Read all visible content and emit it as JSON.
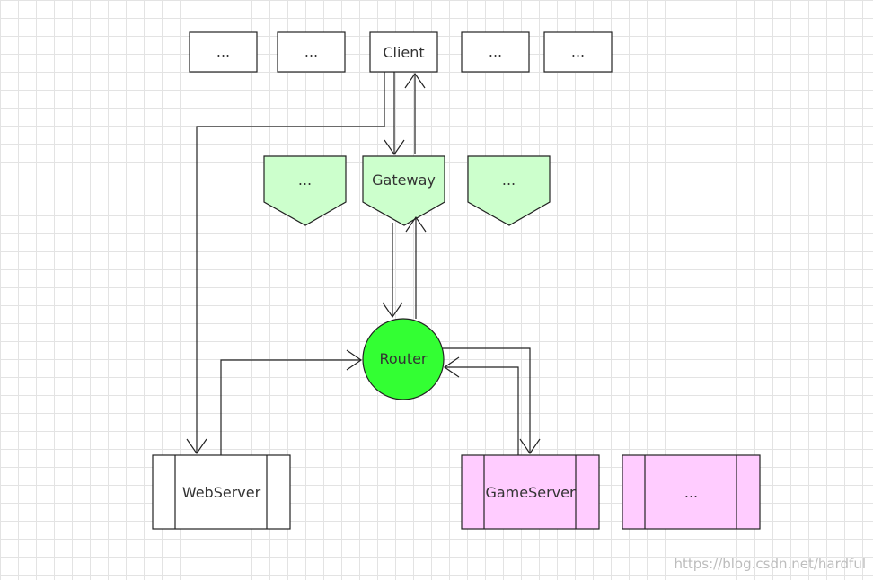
{
  "clients": {
    "labels": [
      "...",
      "...",
      "Client",
      "...",
      "..."
    ]
  },
  "gateways": {
    "labels": [
      "...",
      "Gateway",
      "..."
    ],
    "fill": "#ccffcc"
  },
  "router": {
    "label": "Router",
    "fill": "#33ff33"
  },
  "servers": {
    "web": "WebServer",
    "game": "GameServer",
    "other": "...",
    "game_fill": "#ffccff"
  },
  "watermark": "https://blog.csdn.net/hardful"
}
